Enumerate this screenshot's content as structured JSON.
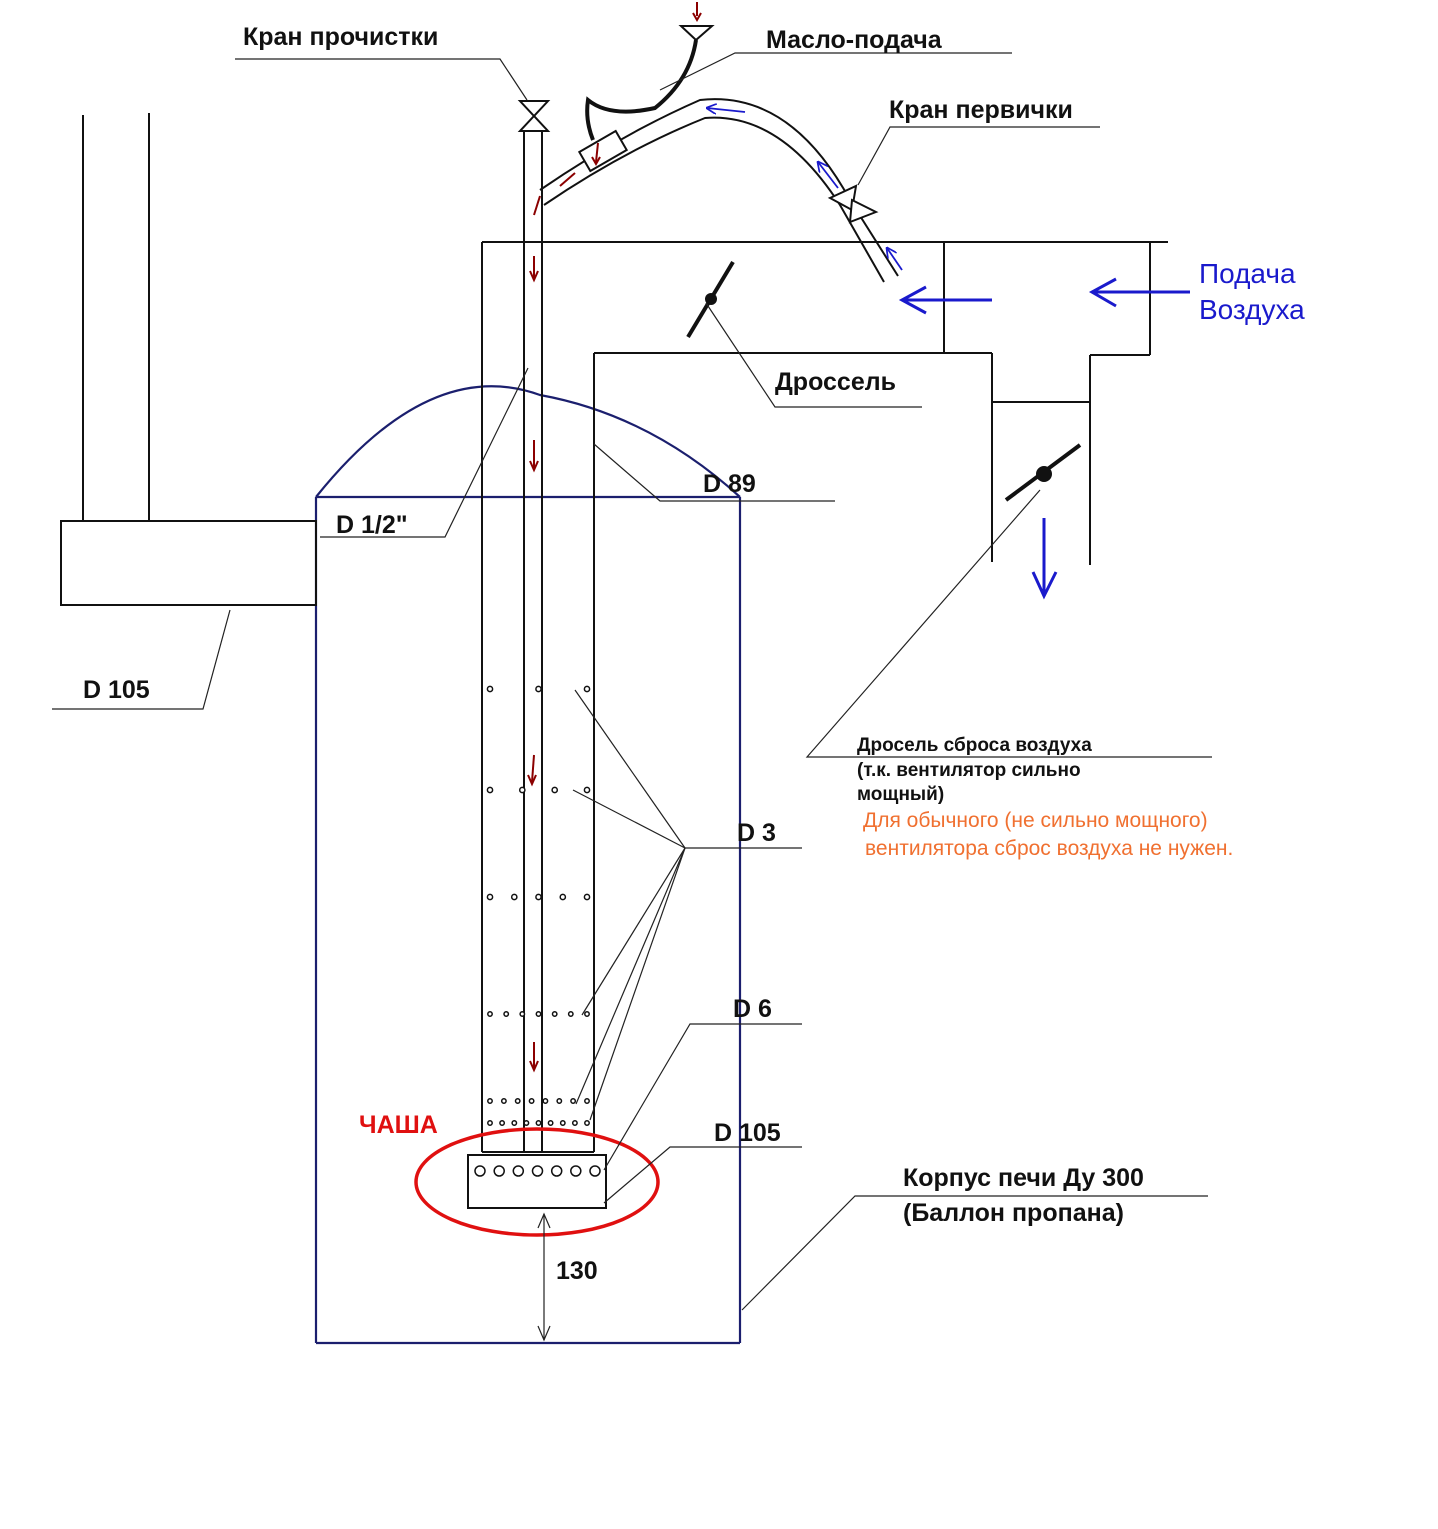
{
  "colors": {
    "body_outline": "#1b1f6e",
    "line": "#111111",
    "air_arrows": "#1a1acc",
    "oil_arrows": "#8b0000",
    "bowl_highlight": "#e01010",
    "note": "#f07030"
  },
  "labels": {
    "kran_prochistki": "Кран прочистки",
    "maslo_podacha": "Масло-подача",
    "kran_pervichki": "Кран первички",
    "podacha_line1": "Подача",
    "podacha_line2": "Воздуха",
    "drossel": "Дроссель",
    "d89": "D 89",
    "d_half": "D  1/2\"",
    "d105_left": "D 105",
    "d3": "D 3",
    "d6": "D 6",
    "d105_bowl": "D 105",
    "chasha": "ЧАША",
    "dim_130": "130",
    "korpus_line1": "Корпус печи Ду 300",
    "korpus_line2": "(Баллон пропана)",
    "drossel_sbrosa_line1": "Дросель сброса воздуха",
    "drossel_sbrosa_line2": "(т.к. вентилятор сильно",
    "drossel_sbrosa_line3": "мощный)",
    "note_line1": "Для обычного (не сильно мощного)",
    "note_line2": "вентилятора сброс воздуха не нужен."
  },
  "hole_rows": [
    {
      "count": 3,
      "size": "D 3"
    },
    {
      "count": 4,
      "size": "D 3"
    },
    {
      "count": 5,
      "size": "D 3"
    },
    {
      "count": 7,
      "size": "D 3"
    },
    {
      "count": 8,
      "size": "D 3"
    },
    {
      "count": 9,
      "size": "D 3"
    }
  ],
  "bowl_holes": {
    "count": 7,
    "size": "D 6"
  }
}
